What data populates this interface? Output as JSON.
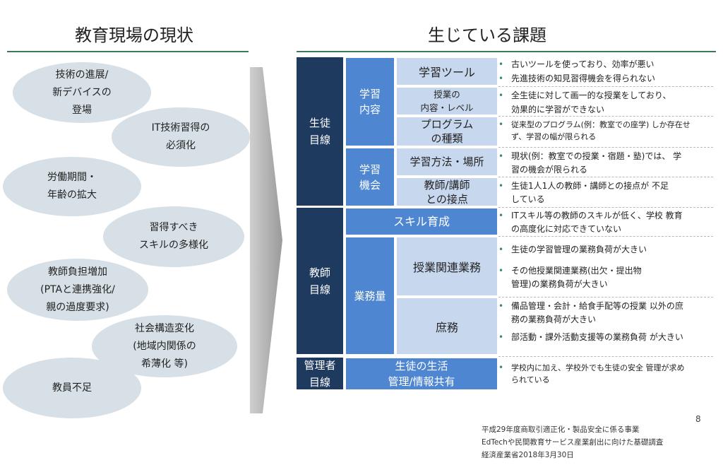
{
  "left": {
    "heading": "教育現場の現状",
    "items": [
      {
        "text": "技術の進展/\n新デバイスの\n登場"
      },
      {
        "text": "IT技術習得の\n必須化"
      },
      {
        "text": "労働期間・\n年齢の拡大"
      },
      {
        "text": "習得すべき\nスキルの多様化"
      },
      {
        "text": "教師負担増加\n(PTAと連携強化/\n親の過度要求)"
      },
      {
        "text": "社会構造変化\n(地域内関係の\n希薄化 等)"
      },
      {
        "text": "教員不足"
      }
    ]
  },
  "right": {
    "heading": "生じている課題",
    "groups": [
      {
        "label": "生徒\n目線"
      },
      {
        "label": "教師\n目線"
      },
      {
        "label": "管理者\n目線"
      }
    ],
    "categories": [
      {
        "label": "学習\n内容"
      },
      {
        "label": "学習\n機会"
      },
      {
        "label": "スキル育成"
      },
      {
        "label": "業務量"
      },
      {
        "label": "生徒の生活\n管理/情報共有"
      }
    ],
    "subcategories": [
      {
        "label": "学習ツール"
      },
      {
        "label": "授業の\n内容・レベル"
      },
      {
        "label": "プログラム\nの種類"
      },
      {
        "label": "学習方法・場所"
      },
      {
        "label": "教師/講師\nとの接点"
      },
      {
        "label": "授業関連業務"
      },
      {
        "label": "庶務"
      }
    ],
    "issues": [
      "古いツールを使っており、効率が悪い",
      "先進技術の知見習得機会を得られない",
      "全生徒に対して画一的な授業をしており、\n効果的に学習ができない",
      "従来型のプログラム(例：教室での座学) しか存在せ\nず、学習の幅が限られる",
      "現状(例：教室での授業・宿題・塾)では、 学\n習の機会が限られる",
      "生徒1人1人の教師・講師との接点が 不足\nしている",
      "ITスキル等の教師のスキルが低く、学校 教育\nの高度化に対応できていない",
      "生徒の学習管理の業務負荷が大きい",
      "その他授業関連業務(出欠・提出物\n管理)の業務負荷が大きい",
      "備品管理・会計・給食手配等の授業 以外の庶\n務の業務負荷が大きい",
      "部活動・課外活動支援等の業務負荷 が大きい",
      "学校内に加え、学校外でも生徒の安全 管理が求め\nられている"
    ]
  },
  "page_number": "8",
  "source": [
    "平成29年度商取引適正化・製品安全に係る事業",
    "EdTechや民間教育サービス産業創出に向けた基礎調査",
    "経済産業省2018年3月30日"
  ],
  "colors": {
    "navy": "#1e3a5f",
    "blue": "#4f86d2",
    "light": "#c7d7ee",
    "ellipse": "#d6e0e6",
    "rule": "#3d7a5a"
  }
}
